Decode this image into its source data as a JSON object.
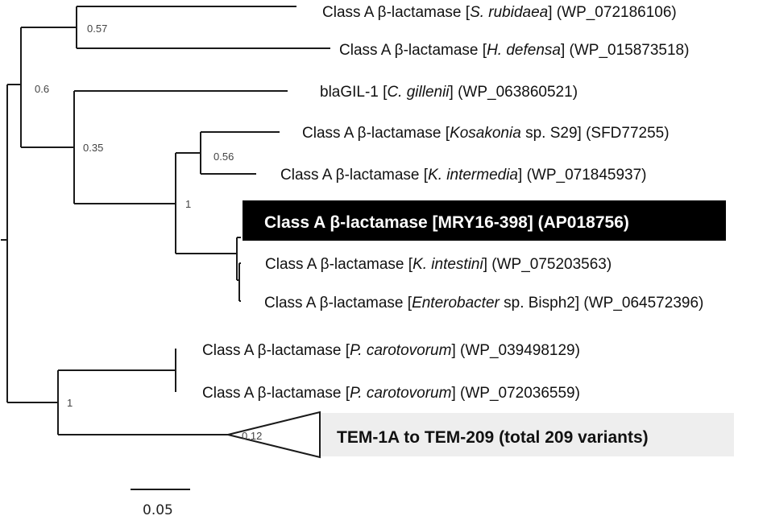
{
  "taxa": [
    {
      "parts": [
        {
          "t": "Class A β-lactamase ["
        },
        {
          "t": "S. rubidaea",
          "i": true
        },
        {
          "t": "] (WP_072186106)"
        }
      ]
    },
    {
      "parts": [
        {
          "t": "Class A β-lactamase ["
        },
        {
          "t": "H. defensa",
          "i": true
        },
        {
          "t": "] (WP_015873518)"
        }
      ]
    },
    {
      "parts": [
        {
          "t": "blaGIL-1 ["
        },
        {
          "t": "C. gillenii",
          "i": true
        },
        {
          "t": "] (WP_063860521)"
        }
      ]
    },
    {
      "parts": [
        {
          "t": "Class A β-lactamase ["
        },
        {
          "t": "Kosakonia",
          "i": true
        },
        {
          "t": " sp. S29] (SFD77255)"
        }
      ]
    },
    {
      "parts": [
        {
          "t": "Class A β-lactamase ["
        },
        {
          "t": "K. intermedia",
          "i": true
        },
        {
          "t": "] (WP_071845937)"
        }
      ]
    },
    {
      "parts": [
        {
          "t": "Class A β-lactamase [MRY16-398] (AP018756)"
        }
      ],
      "highlight": "dark"
    },
    {
      "parts": [
        {
          "t": "Class A β-lactamase ["
        },
        {
          "t": "K. intestini",
          "i": true
        },
        {
          "t": "] (WP_075203563)"
        }
      ]
    },
    {
      "parts": [
        {
          "t": "Class A β-lactamase ["
        },
        {
          "t": "Enterobacter",
          "i": true
        },
        {
          "t": " sp. Bisph2] (WP_064572396)"
        }
      ]
    },
    {
      "parts": [
        {
          "t": "Class A β-lactamase ["
        },
        {
          "t": "P. carotovorum",
          "i": true
        },
        {
          "t": "] (WP_039498129)"
        }
      ]
    },
    {
      "parts": [
        {
          "t": "Class A β-lactamase ["
        },
        {
          "t": "P. carotovorum",
          "i": true
        },
        {
          "t": "] (WP_072036559)"
        }
      ]
    },
    {
      "parts": [
        {
          "t": "TEM-1A to TEM-209 (total 209 variants)"
        }
      ],
      "highlight": "light",
      "collapsed": true
    }
  ],
  "supports": [
    "0.57",
    "0.6",
    "0.35",
    "0.56",
    "1",
    "1",
    "0.12"
  ],
  "scale_bar": {
    "label": "0.05"
  },
  "colors": {
    "highlight_dark": "#000000",
    "highlight_light": "#eeeeee",
    "branch": "#1a1a1a"
  }
}
